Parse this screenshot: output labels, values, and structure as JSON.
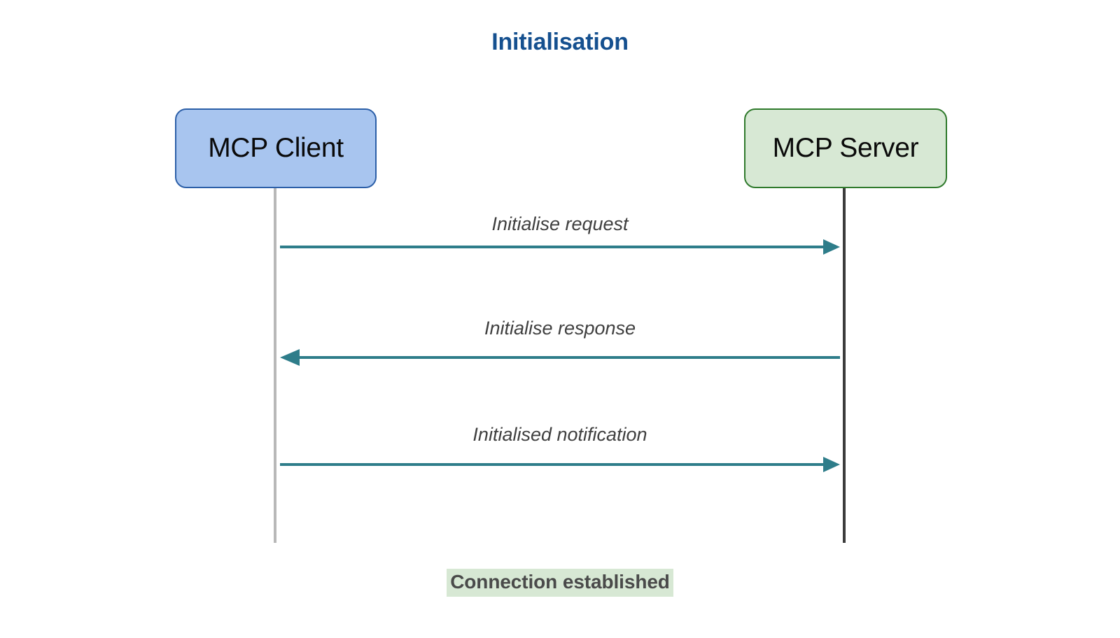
{
  "diagram": {
    "type": "sequence-diagram",
    "title": "Initialisation",
    "title_color": "#15508f",
    "background_color": "#ffffff",
    "participants": [
      {
        "id": "client",
        "label": "MCP Client",
        "fill_color": "#a8c5ef",
        "border_color": "#2c5fa8",
        "lifeline_color": "#b8b8b8"
      },
      {
        "id": "server",
        "label": "MCP Server",
        "fill_color": "#d7e8d4",
        "border_color": "#2f7a2c",
        "lifeline_color": "#3c3c3c"
      }
    ],
    "messages": [
      {
        "label": "Initialise request",
        "from": "client",
        "to": "server",
        "direction": "right",
        "color": "#2e7d8a"
      },
      {
        "label": "Initialise response",
        "from": "server",
        "to": "client",
        "direction": "left",
        "color": "#2e7d8a"
      },
      {
        "label": "Initialised notification",
        "from": "client",
        "to": "server",
        "direction": "right",
        "color": "#2e7d8a"
      }
    ],
    "footer_note": {
      "label": "Connection established",
      "highlight_color": "#d7e8d4",
      "text_color": "#4a4a4a"
    }
  }
}
